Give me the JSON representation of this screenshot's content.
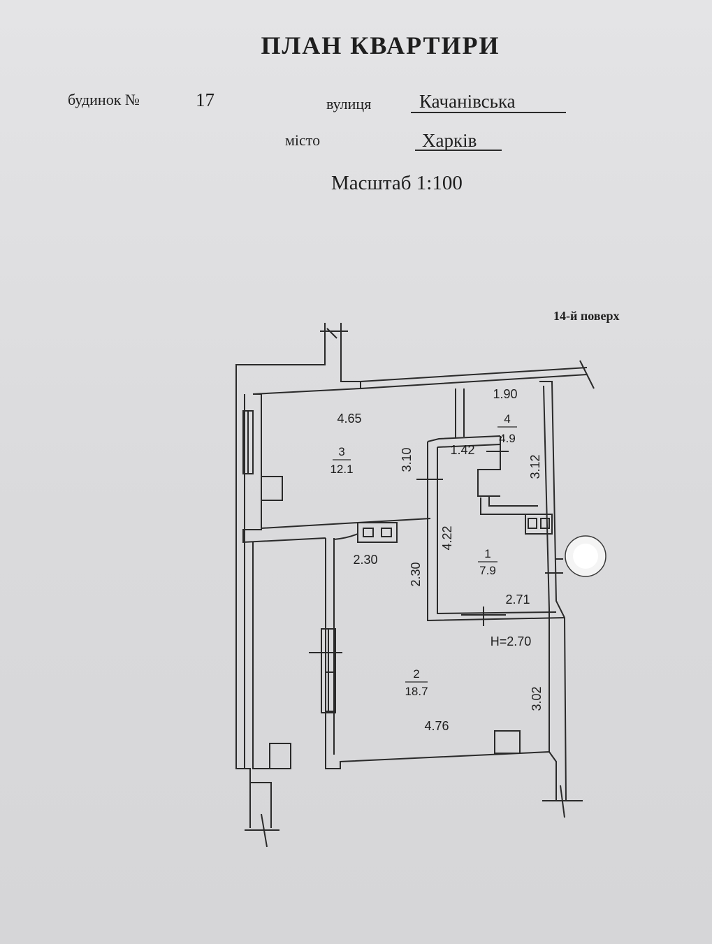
{
  "header": {
    "title": "ПЛАН КВАРТИРИ",
    "house_label": "будинок №",
    "house_number": "17",
    "street_label": "вулиця",
    "street_value": "Качанівська",
    "city_label": "місто",
    "city_value": "Харків",
    "scale": "Масштаб 1:100",
    "floor": "14-й поверх"
  },
  "plan": {
    "rooms": [
      {
        "number": "3",
        "area": "12.1"
      },
      {
        "number": "4",
        "area": "4.9"
      },
      {
        "number": "1",
        "area": "7.9"
      },
      {
        "number": "2",
        "area": "18.7"
      }
    ],
    "dimensions": {
      "room3_width": "4.65",
      "room3_depth": "3.10",
      "room4_width": "1.90",
      "bath_width": "1.42",
      "right_depth": "3.12",
      "hall_width": "2.30",
      "hall_depth": "2.30",
      "room1_depth": "4.22",
      "room1_width": "2.71",
      "ceiling_height": "H=2.70",
      "room2_depth": "3.02",
      "room2_width": "4.76"
    }
  }
}
